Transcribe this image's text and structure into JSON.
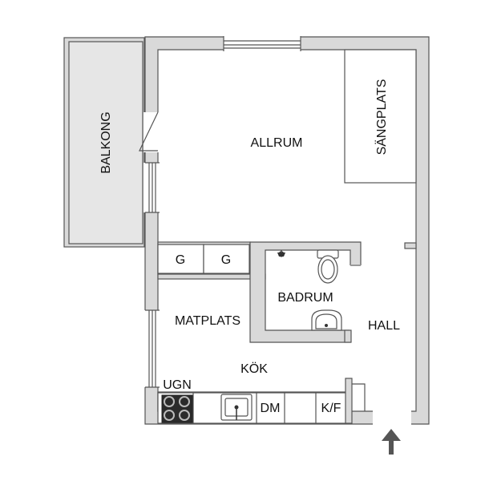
{
  "rooms": {
    "balcony": "BALKONG",
    "living": "ALLRUM",
    "bed_area": "SÄNGPLATS",
    "bath": "BADRUM",
    "hall": "HALL",
    "dining": "MATPLATS",
    "kitchen": "KÖK"
  },
  "fixtures": {
    "closet_1": "G",
    "closet_2": "G",
    "oven": "UGN",
    "dishwasher": "DM",
    "fridge_freezer": "K/F"
  },
  "icons": {
    "entry": "arrow-up-icon",
    "stove": "stove-icon",
    "sink": "sink-icon",
    "toilet": "toilet-icon",
    "basin": "washbasin-icon",
    "shower": "shower-icon"
  },
  "colors": {
    "wall_fill": "#d9d9d9",
    "wall_stroke": "#555555",
    "stove": "#2b2b2b",
    "arrow": "#555555"
  }
}
